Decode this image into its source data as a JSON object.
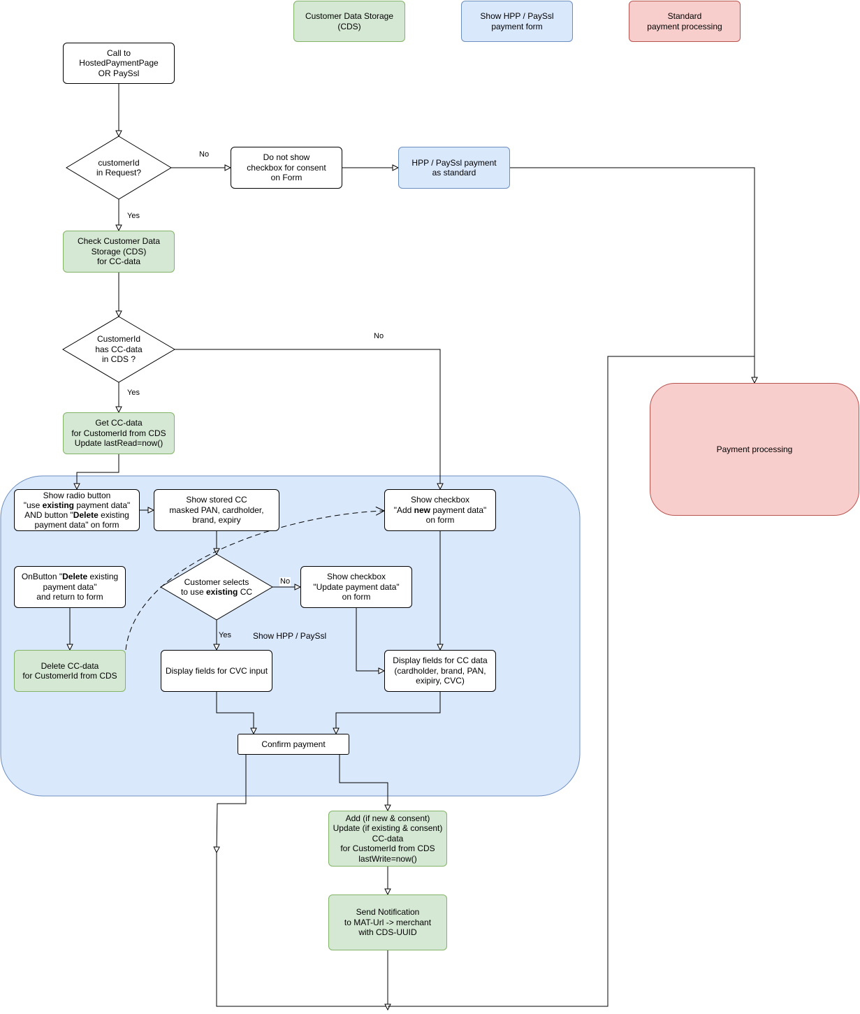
{
  "legend": {
    "cds": "Customer Data Storage\n(CDS)",
    "hpp": "Show HPP / PaySsl\npayment form",
    "standard": "Standard\npayment processing"
  },
  "nodes": {
    "start": "Call to HostedPaymentPage\nOR PaySsl",
    "decision_customer_id": "customerId\nin Request?",
    "no_consent": "Do not show\ncheckbox for consent\non Form",
    "hpp_standard": "HPP / PaySsl payment\nas standard",
    "check_cds": "Check Customer Data\nStorage (CDS)\nfor CC-data",
    "decision_has_cc": "CustomerId\nhas CC-data\nin CDS ?",
    "get_cc": "Get CC-data\nfor CustomerId from CDS\nUpdate lastRead=now()",
    "radio_pre": "Show radio button\n\"use ",
    "radio_b1": "existing",
    "radio_mid": " payment data\"\nAND button \"",
    "radio_b2": "Delete",
    "radio_post": " existing\npayment data\" on form",
    "stored_cc": "Show stored CC\nmasked PAN, cardholder,\nbrand, expiry",
    "add_new_pre": "Show checkbox\n\"Add ",
    "add_new_b": "new",
    "add_new_post": " payment data\"\non form",
    "on_delete_pre": "OnButton \"",
    "on_delete_b": "Delete",
    "on_delete_post": " existing\npayment data\"\nand return to form",
    "decision_existing_pre": "Customer selects\nto use ",
    "decision_existing_b": "existing",
    "decision_existing_post": " CC",
    "update_checkbox": "Show checkbox\n\"Update payment data\"\non form",
    "delete_cc": "Delete CC-data\nfor CustomerId from CDS",
    "cvc_input": "Display fields for CVC input",
    "cc_fields": "Display fields for CC data\n(cardholder, brand, PAN,\nexipiry, CVC)",
    "confirm": "Confirm payment",
    "add_update": "Add (if new & consent)\nUpdate (if existing & consent)\nCC-data\nfor CustomerId from CDS\nlastWrite=now()",
    "notify": "Send Notification\nto MAT-Url -> merchant\nwith CDS-UUID",
    "payment_processing": "Payment processing"
  },
  "labels": {
    "no_1": "No",
    "yes_1": "Yes",
    "no_2": "No",
    "yes_2": "Yes",
    "no_3": "No",
    "yes_3": "Yes",
    "region_title": "Show HPP / PaySsl"
  },
  "colors": {
    "green_fill": "#d5e8d4",
    "green_stroke": "#82b366",
    "blue_fill": "#dae8fc",
    "blue_stroke": "#6c8ebf",
    "red_fill": "#f8cecc",
    "red_stroke": "#b85450"
  }
}
